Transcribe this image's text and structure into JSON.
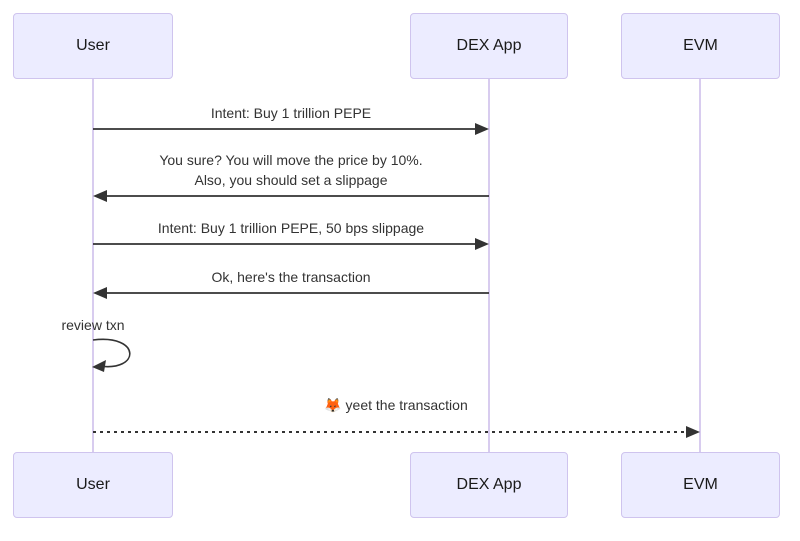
{
  "diagram": {
    "type": "sequence-diagram",
    "actors": [
      {
        "id": "user",
        "label": "User"
      },
      {
        "id": "dexapp",
        "label": "DEX App"
      },
      {
        "id": "evm",
        "label": "EVM"
      }
    ],
    "messages": [
      {
        "index": 1,
        "from": "User",
        "to": "DEX App",
        "line_style": "solid",
        "text": "Intent: Buy 1 trillion PEPE"
      },
      {
        "index": 2,
        "from": "DEX App",
        "to": "User",
        "line_style": "solid",
        "lines": [
          "You sure? You will move the price by 10%.",
          "Also, you should set a slippage"
        ]
      },
      {
        "index": 3,
        "from": "User",
        "to": "DEX App",
        "line_style": "solid",
        "text": "Intent: Buy 1 trillion PEPE, 50 bps slippage"
      },
      {
        "index": 4,
        "from": "DEX App",
        "to": "User",
        "line_style": "solid",
        "text": "Ok, here's the transaction"
      },
      {
        "index": 5,
        "from": "User",
        "to": "User",
        "line_style": "self-loop",
        "text": "review txn"
      },
      {
        "index": 6,
        "from": "User",
        "to": "EVM",
        "line_style": "dashed",
        "text": "🦊 yeet the transaction"
      }
    ],
    "colors": {
      "actor_fill": "#ECECFF",
      "actor_border": "#CFC4EE",
      "lifeline": "#CBBCEA",
      "message_line": "#333333",
      "text": "#333333",
      "background": "#FFFFFF"
    }
  }
}
